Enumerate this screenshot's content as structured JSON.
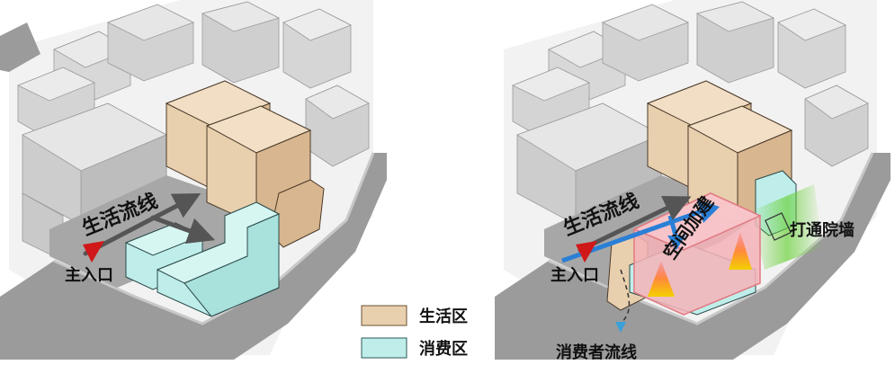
{
  "left_panel": {
    "flow_label": "生活流线",
    "entrance_label": "主入口"
  },
  "right_panel": {
    "flow_label": "生活流线",
    "entrance_label": "主入口",
    "addition_label": "空间加建",
    "wall_label": "打通院墙",
    "consumer_flow_label": "消费者流线"
  },
  "legend": {
    "items": [
      {
        "label": "生活区",
        "color": "#e8cfae"
      },
      {
        "label": "消费区",
        "color": "#bfeeea"
      }
    ]
  },
  "colors": {
    "living": "#e8cfae",
    "consumer": "#bfeeea",
    "addition": "#f5b3b8",
    "road": "#9a9a9a",
    "ground": "#f0f0f0",
    "context": "#d4d4d4",
    "entrance": "#d01818",
    "flow_blue": "#2a7fd6"
  }
}
